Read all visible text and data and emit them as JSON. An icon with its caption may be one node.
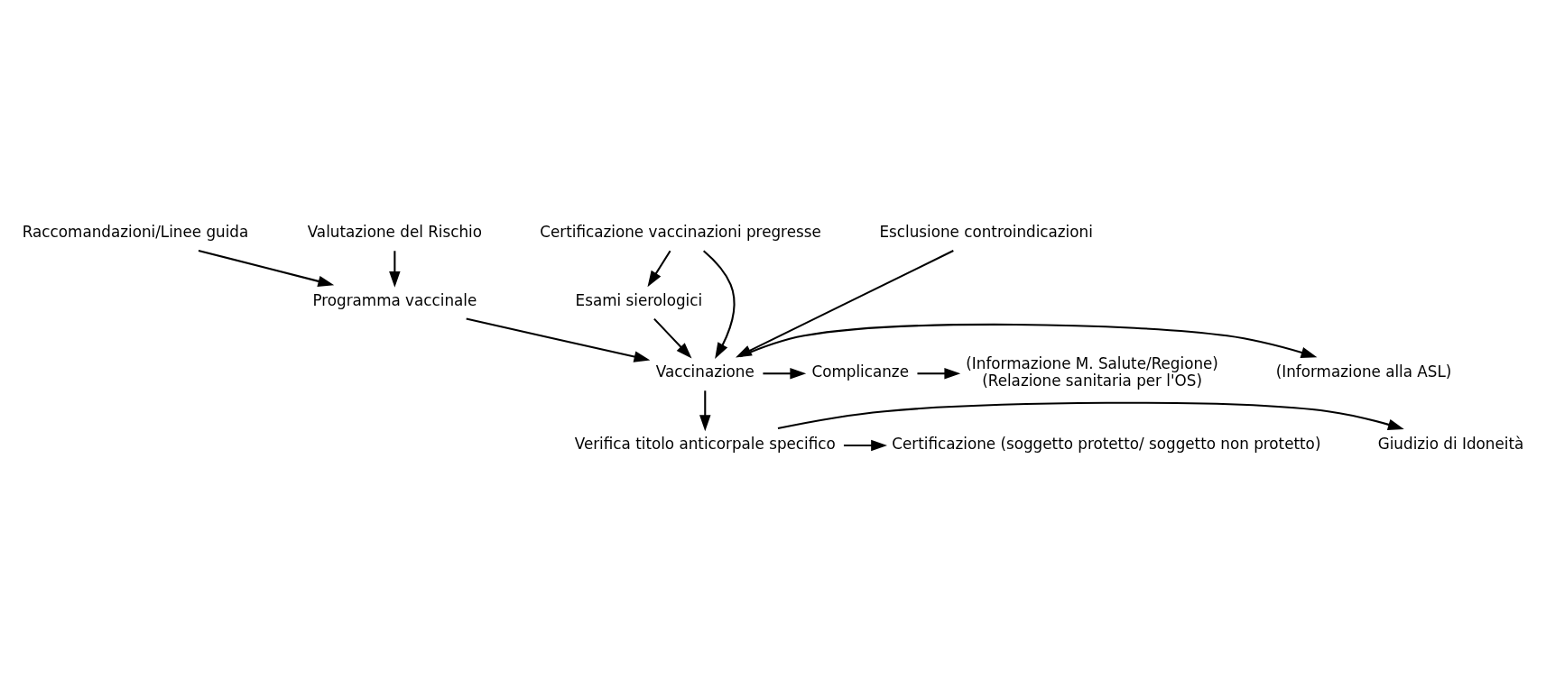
{
  "diagram": {
    "nodes": [
      {
        "text": [
          "Raccomandazioni/Linee guida"
        ]
      },
      {
        "text": [
          "Valutazione del Rischio"
        ]
      },
      {
        "text": [
          "Programma vaccinale"
        ]
      },
      {
        "text": [
          "Certificazione vaccinazioni pregresse"
        ]
      },
      {
        "text": [
          "Esclusione controindicazioni"
        ]
      },
      {
        "text": [
          "Esami sierologici"
        ]
      },
      {
        "text": [
          "(Informazione alla ASL)"
        ]
      },
      {
        "text": [
          "Vaccinazione"
        ]
      },
      {
        "text": [
          "Complicanze"
        ]
      },
      {
        "text": [
          "(Informazione M. Salute/Regione)",
          "(Relazione sanitaria per l'OS)"
        ]
      },
      {
        "text": [
          "Verifica titolo anticorpale specifico"
        ]
      },
      {
        "text": [
          "Giudizio di Idoneità"
        ]
      },
      {
        "text": [
          "Certificazione (soggetto protetto/ soggetto non protetto)"
        ]
      }
    ],
    "edges": [
      {
        "from": 0,
        "to": 2,
        "arrow": "to"
      },
      {
        "from": 1,
        "to": 2,
        "arrow": "to"
      },
      {
        "from": 2,
        "to": 7,
        "arrow": "to"
      },
      {
        "from": 3,
        "to": 7,
        "arrow": "to"
      },
      {
        "from": 4,
        "to": 7,
        "arrow": "to"
      },
      {
        "from": 3,
        "to": 5,
        "arrow": "to"
      },
      {
        "from": 5,
        "to": 7,
        "arrow": "to"
      },
      {
        "from": 7,
        "to": 6,
        "arrow": "to"
      },
      {
        "from": 7,
        "to": 8,
        "arrow": "to"
      },
      {
        "from": 8,
        "to": 9,
        "arrow": "to"
      },
      {
        "from": 7,
        "to": 10,
        "arrow": "to"
      },
      {
        "from": 10,
        "to": 12,
        "arrow": "to"
      },
      {
        "from": 10,
        "to": 11,
        "arrow": "to"
      }
    ]
  }
}
